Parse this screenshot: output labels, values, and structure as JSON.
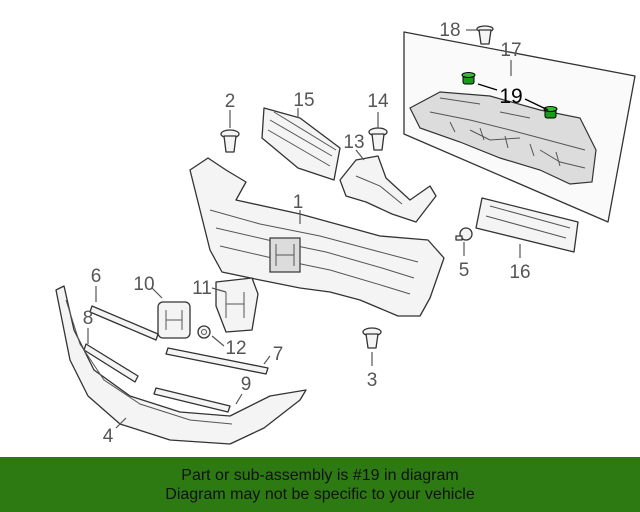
{
  "callouts": {
    "c1": "1",
    "c2": "2",
    "c3": "3",
    "c4": "4",
    "c5": "5",
    "c6": "6",
    "c7": "7",
    "c8": "8",
    "c9": "9",
    "c10": "10",
    "c11": "11",
    "c12": "12",
    "c13": "13",
    "c14": "14",
    "c15": "15",
    "c16": "16",
    "c17": "17",
    "c18": "18",
    "c19": "19"
  },
  "colors": {
    "banner_bg": "#2d7a12",
    "highlight_part": "#1a9a1a",
    "line": "#333333"
  },
  "footer": {
    "line1": "Part or sub-assembly is #19 in diagram",
    "line2": "Diagram may not be specific to your vehicle"
  }
}
